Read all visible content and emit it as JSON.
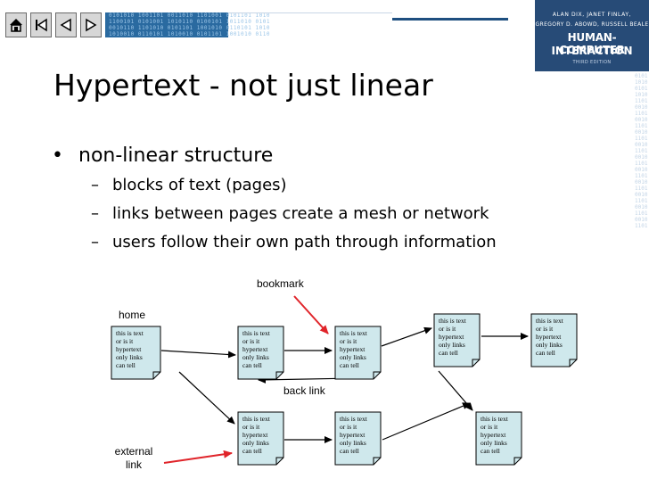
{
  "nav": {
    "buttons": [
      {
        "name": "home-icon"
      },
      {
        "name": "first-slide-icon"
      },
      {
        "name": "previous-slide-icon"
      },
      {
        "name": "next-slide-icon"
      }
    ],
    "binary_rows": [
      "0101010 1001101 0011010 1101001 0101101 1010",
      "1100101 0101001 1010110 0100101 1011010 0101",
      "0010110 1101010 0101101 1001010 0110101 1010",
      "1010010 0110101 1010010 0101101 1001010 0110"
    ]
  },
  "logo": {
    "authors_line1": "ALAN DIX, JANET FINLAY,",
    "authors_line2": "GREGORY D. ABOWD, RUSSELL BEALE",
    "title_line1": "HUMAN-COMPUTER",
    "title_line2": "INTERACTION",
    "edition": "THIRD EDITION"
  },
  "slide": {
    "title": "Hypertext - not just linear",
    "bullet_char": "•",
    "dash_char": "–",
    "bullet": "non-linear structure",
    "sub_bullets": [
      "blocks of text (pages)",
      "links between pages create a mesh or network",
      "users follow their own path through information"
    ]
  },
  "diagram": {
    "labels": {
      "bookmark": "bookmark",
      "home": "home",
      "back_link": "back link",
      "external_line1": "external",
      "external_line2": "link"
    },
    "page_text": [
      "this is text",
      "or is it",
      "hypertext",
      "only links",
      "can tell"
    ],
    "colors": {
      "page_fill": "#cfe8ec",
      "highlight_arrow": "#e0242a",
      "link_arrow": "#000000"
    }
  }
}
